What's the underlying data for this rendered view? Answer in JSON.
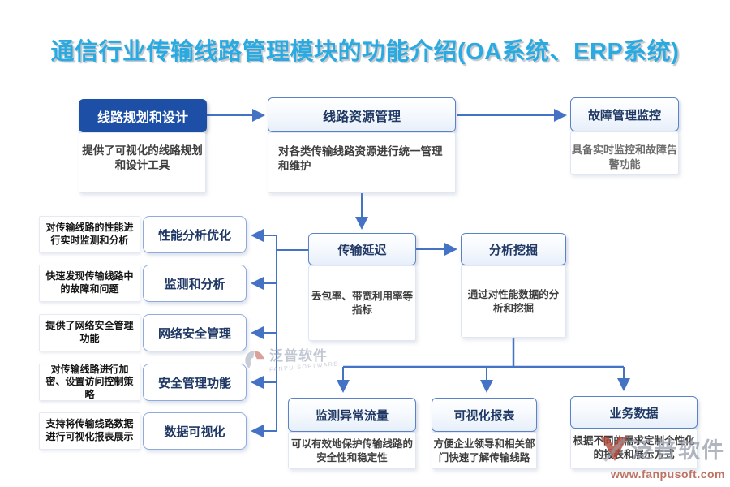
{
  "title": "通信行业传输线路管理模块的功能介绍(OA系统、ERP系统)",
  "top_row": [
    {
      "label": "线路规划和设计",
      "desc": "提供了可视化的线路规划和设计工具"
    },
    {
      "label": "线路资源管理",
      "desc": "对各类传输线路资源进行统一管理和维护"
    },
    {
      "label": "故障管理监控",
      "desc": "具备实时监控和故障告警功能"
    }
  ],
  "middle_row": [
    {
      "label": "传输延迟",
      "desc": "丢包率、带宽利用率等指标"
    },
    {
      "label": "分析挖掘",
      "desc": "通过对性能数据的分析和挖掘"
    }
  ],
  "left_items": [
    {
      "note": "对传输线路的性能进行实时监测和分析",
      "label": "性能分析优化"
    },
    {
      "note": "快速发现传输线路中的故障和问题",
      "label": "监测和分析"
    },
    {
      "note": "提供了网络安全管理功能",
      "label": "网络安全管理"
    },
    {
      "note": "对传输线路进行加密、设置访问控制策略",
      "label": "安全管理功能"
    },
    {
      "note": "支持将传输线路数据进行可视化报表展示",
      "label": "数据可视化"
    }
  ],
  "bottom_row": [
    {
      "label": "监测异常流量",
      "desc": "可以有效地保护传输线路的安全性和稳定性"
    },
    {
      "label": "可视化报表",
      "desc": "方便企业领导和相关部门快速了解传输线路"
    },
    {
      "label": "业务数据",
      "desc": "根据不同的需求定制个性化的报表和展示方式"
    }
  ],
  "watermark": {
    "brand": "泛普软件",
    "brand_sub": "FANPU SOFTWARE",
    "url": "www.fanpusoft.com"
  },
  "colors": {
    "title": "#29ABE2",
    "primary_fill": "#1C4FA5",
    "node_border": "#5B82C8",
    "connector": "#4472C4",
    "navy_text": "#1F3864",
    "desc_text": "#3f3f3f",
    "watermark_red": "#B25A48"
  }
}
